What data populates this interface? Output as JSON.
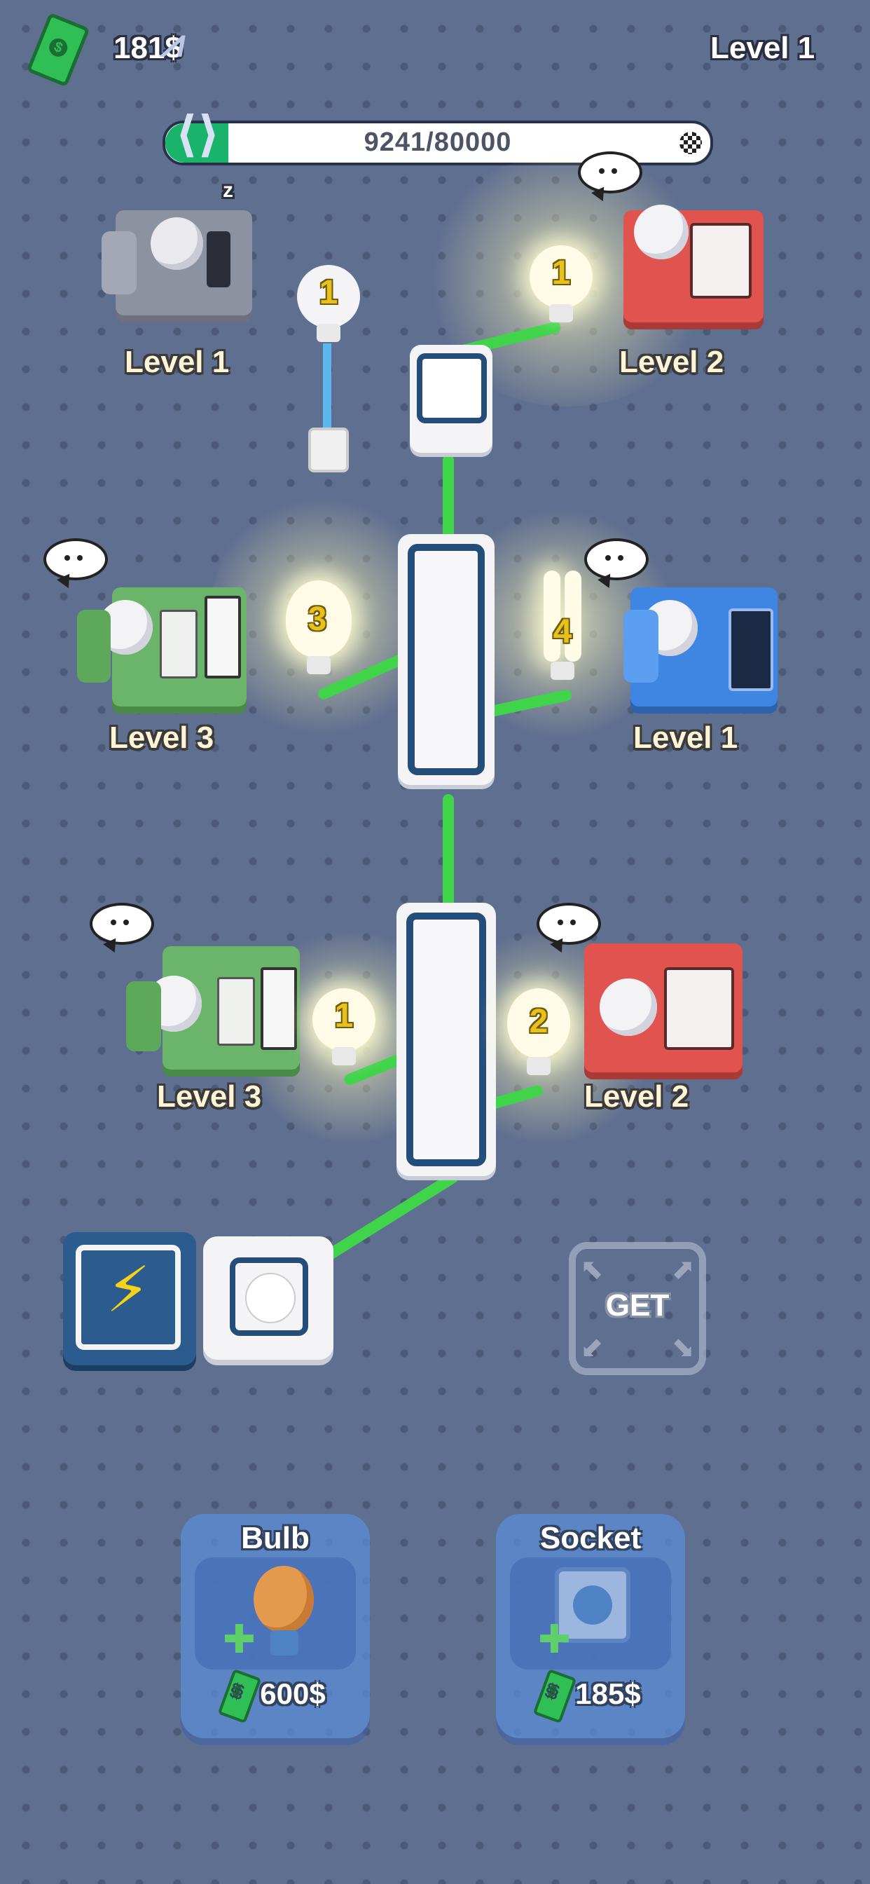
{
  "hud": {
    "money": "181$",
    "level": "Level 1",
    "progress_text": "9241/80000",
    "progress_fraction": 0.1155
  },
  "workers": [
    {
      "id": "top-left",
      "level": "Level 1",
      "state": "sleeping"
    },
    {
      "id": "top-right",
      "level": "Level 2",
      "state": "working"
    },
    {
      "id": "mid-left",
      "level": "Level 3",
      "state": "waiting"
    },
    {
      "id": "mid-right",
      "level": "Level 1",
      "state": "waiting"
    },
    {
      "id": "low-left",
      "level": "Level 3",
      "state": "waiting"
    },
    {
      "id": "low-right",
      "level": "Level 2",
      "state": "waiting"
    }
  ],
  "bulbs": [
    "1",
    "1",
    "3",
    "4",
    "1",
    "2"
  ],
  "sleep_mark": "z",
  "get_button": "GET",
  "shop": {
    "bulb": {
      "title": "Bulb",
      "price": "600$"
    },
    "socket": {
      "title": "Socket",
      "price": "185$"
    }
  },
  "colors": {
    "background": "#5f6f8f",
    "wire": "#3fd44a",
    "progress_fill": "#19b36b",
    "bulb_number": "#e8c21a"
  }
}
